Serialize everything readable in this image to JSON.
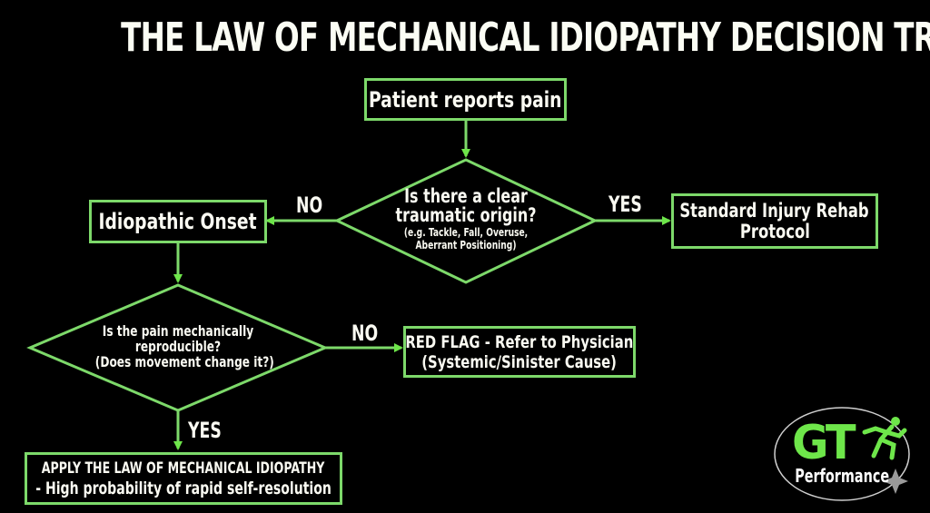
{
  "title": "THE LAW OF MECHANICAL IDIOPATHY DECISION TREE",
  "colors": {
    "background": "#000000",
    "accent_green": "#7dd96a",
    "text": "#fafaf2",
    "logo_green": "#6ee64a"
  },
  "nodes": {
    "start": {
      "type": "process",
      "text": [
        "Patient reports pain"
      ]
    },
    "decision1": {
      "type": "decision",
      "question": [
        "Is there a clear",
        "traumatic origin?"
      ],
      "note": [
        "(e.g. Tackle, Fall, Overuse,",
        "Aberrant Positioning)"
      ]
    },
    "idiopathic": {
      "type": "process",
      "text": [
        "Idiopathic Onset"
      ]
    },
    "standard_rehab": {
      "type": "process",
      "text": [
        "Standard Injury Rehab",
        "Protocol"
      ]
    },
    "decision2": {
      "type": "decision",
      "question": [
        "Is the pain mechanically",
        "reproducible?"
      ],
      "note": [
        "(Does movement change it?)"
      ]
    },
    "red_flag": {
      "type": "process",
      "text": [
        "RED FLAG - Refer to Physician",
        "(Systemic/Sinister Cause)"
      ]
    },
    "apply_law": {
      "type": "process",
      "text": [
        "APPLY THE LAW OF MECHANICAL IDIOPATHY",
        "- High probability of rapid self-resolution"
      ]
    }
  },
  "edges": [
    {
      "from": "start",
      "to": "decision1",
      "label": ""
    },
    {
      "from": "decision1",
      "to": "idiopathic",
      "label": "NO"
    },
    {
      "from": "decision1",
      "to": "standard_rehab",
      "label": "YES"
    },
    {
      "from": "idiopathic",
      "to": "decision2",
      "label": ""
    },
    {
      "from": "decision2",
      "to": "red_flag",
      "label": "NO"
    },
    {
      "from": "decision2",
      "to": "apply_law",
      "label": "YES"
    }
  ],
  "logo": {
    "mark": "GT",
    "name": "Performance",
    "icon": "running-man-icon"
  }
}
